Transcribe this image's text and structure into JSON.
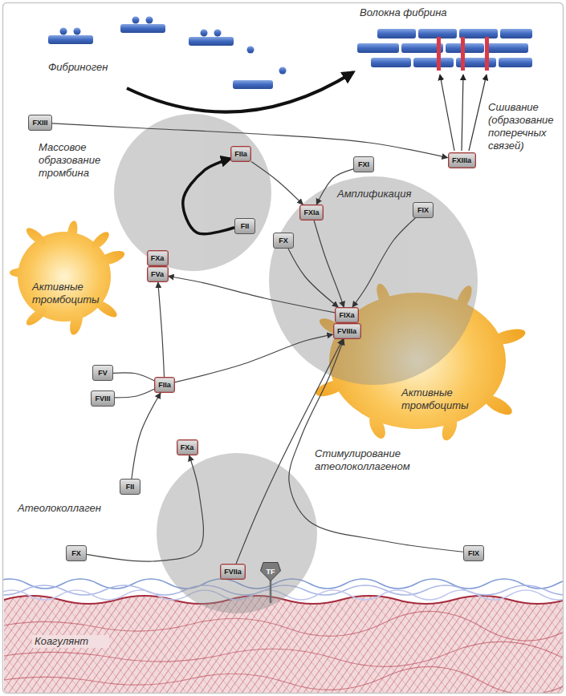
{
  "diagram": {
    "nodes": [
      {
        "text": [
          "FXIII"
        ]
      },
      {
        "text": [
          "FIIa"
        ]
      },
      {
        "text": [
          "FXIIIa"
        ]
      },
      {
        "text": [
          "FXI"
        ]
      },
      {
        "text": [
          "FXIa"
        ]
      },
      {
        "text": [
          "FIX"
        ]
      },
      {
        "text": [
          "FII"
        ]
      },
      {
        "text": [
          "FX"
        ]
      },
      {
        "text": [
          "FXa"
        ]
      },
      {
        "text": [
          "FVa"
        ]
      },
      {
        "text": [
          "FIXa"
        ]
      },
      {
        "text": [
          "FVIIIa"
        ]
      },
      {
        "text": [
          "FV"
        ]
      },
      {
        "text": [
          "FIIa"
        ]
      },
      {
        "text": [
          "FVIII"
        ]
      },
      {
        "text": [
          "FXa"
        ]
      },
      {
        "text": [
          "FII"
        ]
      },
      {
        "text": [
          "FX"
        ]
      },
      {
        "text": [
          "FIX"
        ]
      },
      {
        "text": [
          "FVIIa"
        ]
      },
      {
        "text": [
          "TF"
        ]
      }
    ],
    "edges": [
      {
        "from": 0,
        "to": 2,
        "arrow": "to"
      },
      {
        "from": 1,
        "to": 4,
        "arrow": "to"
      },
      {
        "from": 3,
        "to": 4,
        "arrow": "to"
      },
      {
        "from": 4,
        "to": 10,
        "arrow": "to"
      },
      {
        "from": 5,
        "to": 10,
        "arrow": "to"
      },
      {
        "from": 7,
        "to": 10,
        "arrow": "to"
      },
      {
        "from": 6,
        "to": 1,
        "arrow": "to"
      },
      {
        "from": 10,
        "to": 9,
        "arrow": "to"
      },
      {
        "from": 12,
        "to": 13,
        "arrow": "none"
      },
      {
        "from": 14,
        "to": 13,
        "arrow": "none"
      },
      {
        "from": 13,
        "to": 9,
        "arrow": "to"
      },
      {
        "from": 13,
        "to": 11,
        "arrow": "to"
      },
      {
        "from": 16,
        "to": 13,
        "arrow": "to"
      },
      {
        "from": 17,
        "to": 15,
        "arrow": "to"
      },
      {
        "from": 18,
        "to": 11,
        "arrow": "to"
      },
      {
        "from": 19,
        "to": 11,
        "arrow": "to"
      }
    ],
    "labels": [
      "Волокна фибрина",
      "Фибриноген",
      "Сшивание (образование поперечных связей)",
      "Массовое образование тромбина",
      "Амплификация",
      "Активные тромбоциты",
      "Активные тромбоциты",
      "Стимулирование атеолоколлагеном",
      "Атеолоколлаген",
      "Коагулянт"
    ]
  }
}
